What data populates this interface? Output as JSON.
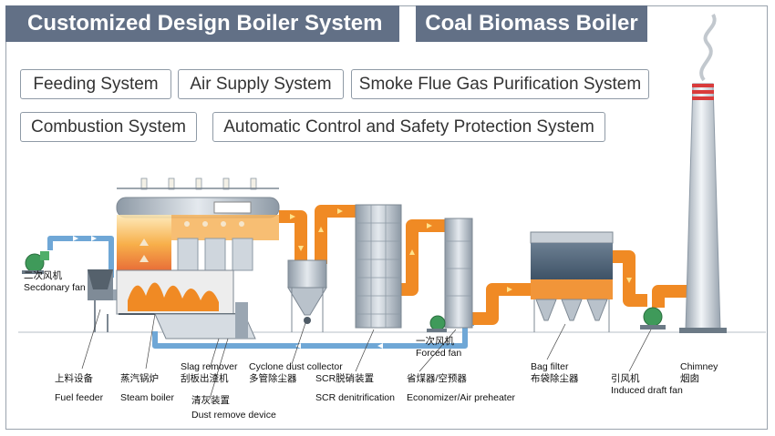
{
  "header": {
    "title_left": "Customized Design Boiler System",
    "title_right": "Coal Biomass Boiler"
  },
  "systems": [
    "Feeding System",
    "Air Supply System",
    "Smoke Flue Gas Purification System",
    "Combustion System",
    "Automatic Control and Safety Protection System"
  ],
  "labels": {
    "secondary_fan_zh": "二次风机",
    "secondary_fan_en": "Secdonary fan",
    "fuel_feeder_zh": "上料设备",
    "fuel_feeder_en": "Fuel feeder",
    "steam_boiler_zh": "蒸汽锅炉",
    "steam_boiler_en": "Steam boiler",
    "slag_remover_en": "Slag remover",
    "slag_remover_zh": "刮板出渣机",
    "dust_remove_zh": "清灰装置",
    "dust_remove_en": "Dust remove device",
    "cyclone_en": "Cyclone dust collector",
    "cyclone_zh": "多管除尘器",
    "scr_zh": "SCR脱硝装置",
    "scr_en": "SCR denitrification",
    "economizer_zh": "省煤器/空预器",
    "economizer_en": "Economizer/Air preheater",
    "forced_fan_zh": "一次风机",
    "forced_fan_en": "Forced fan",
    "bag_filter_en": "Bag filter",
    "bag_filter_zh": "布袋除尘器",
    "induced_fan_zh": "引风机",
    "induced_fan_en": "Induced draft fan",
    "chimney_en": "Chimney",
    "chimney_zh": "烟囱"
  },
  "colors": {
    "banner": "#627086",
    "flue_gas": "#f08a24",
    "air_duct": "#6fa7d6",
    "equipment": "#a9b4bf"
  }
}
